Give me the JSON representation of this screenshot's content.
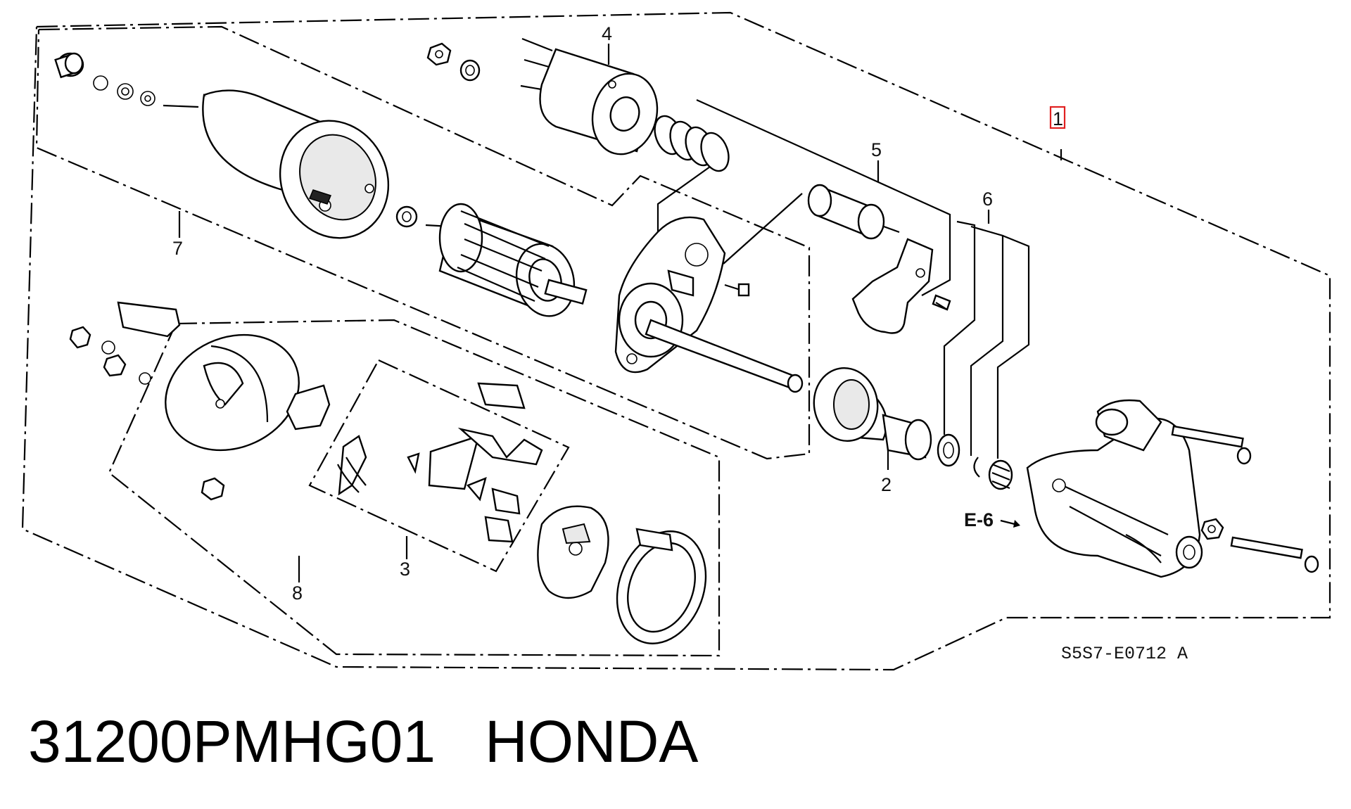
{
  "diagram": {
    "callouts": [
      {
        "id": "1",
        "label": "1"
      },
      {
        "id": "2",
        "label": "2"
      },
      {
        "id": "3",
        "label": "3"
      },
      {
        "id": "4",
        "label": "4"
      },
      {
        "id": "5",
        "label": "5"
      },
      {
        "id": "6",
        "label": "6"
      },
      {
        "id": "7",
        "label": "7"
      },
      {
        "id": "8",
        "label": "8"
      }
    ],
    "highlighted_callout": "1",
    "section_reference": "E-6",
    "drawing_code": "S5S7-E0712 A",
    "colors": {
      "line": "#000000",
      "highlight": "#e02020",
      "background": "#ffffff"
    }
  },
  "footer": {
    "part_number": "31200PMHG01",
    "brand": "HONDA"
  }
}
